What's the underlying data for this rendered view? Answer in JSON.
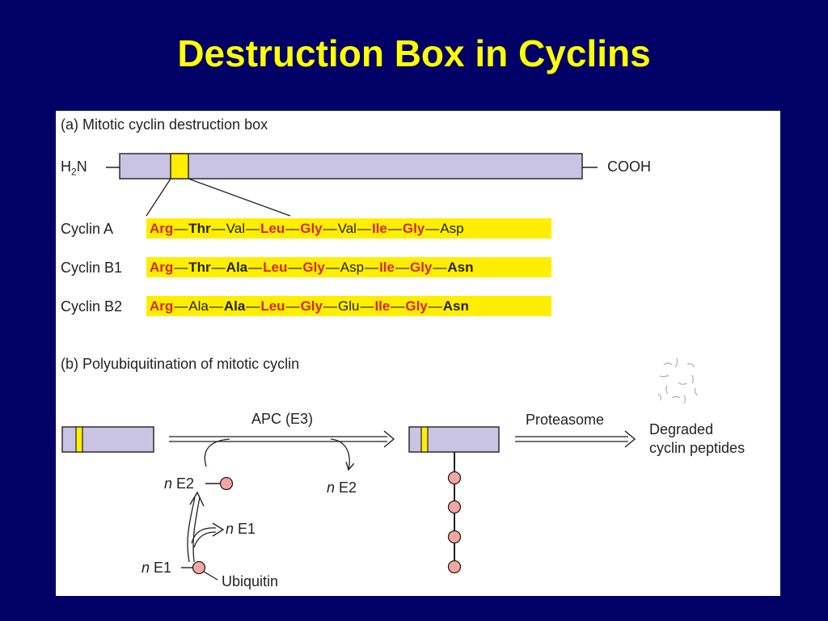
{
  "slide": {
    "title": "Destruction Box in Cyclins"
  },
  "panel_a": {
    "heading": "(a)  Mitotic cyclin destruction box",
    "n_terminus": {
      "main": "H",
      "sub": "2",
      "tail": "N"
    },
    "c_terminus": "COOH",
    "rows": [
      {
        "label": "Cyclin A",
        "residues": [
          {
            "text": "Arg",
            "style": "red"
          },
          {
            "text": "Thr",
            "style": "bold"
          },
          {
            "text": "Val",
            "style": "plain"
          },
          {
            "text": "Leu",
            "style": "red"
          },
          {
            "text": "Gly",
            "style": "red"
          },
          {
            "text": "Val",
            "style": "plain"
          },
          {
            "text": "Ile",
            "style": "red"
          },
          {
            "text": "Gly",
            "style": "red"
          },
          {
            "text": "Asp",
            "style": "plain"
          }
        ]
      },
      {
        "label": "Cyclin B1",
        "residues": [
          {
            "text": "Arg",
            "style": "red"
          },
          {
            "text": "Thr",
            "style": "bold"
          },
          {
            "text": "Ala",
            "style": "bold"
          },
          {
            "text": "Leu",
            "style": "red"
          },
          {
            "text": "Gly",
            "style": "red"
          },
          {
            "text": "Asp",
            "style": "plain"
          },
          {
            "text": "Ile",
            "style": "red"
          },
          {
            "text": "Gly",
            "style": "red"
          },
          {
            "text": "Asn",
            "style": "bold"
          }
        ]
      },
      {
        "label": "Cyclin B2",
        "residues": [
          {
            "text": "Arg",
            "style": "red"
          },
          {
            "text": "Ala",
            "style": "plain"
          },
          {
            "text": "Ala",
            "style": "bold"
          },
          {
            "text": "Leu",
            "style": "red"
          },
          {
            "text": "Gly",
            "style": "red"
          },
          {
            "text": "Glu",
            "style": "plain"
          },
          {
            "text": "Ile",
            "style": "red"
          },
          {
            "text": "Gly",
            "style": "red"
          },
          {
            "text": "Asn",
            "style": "bold"
          }
        ]
      }
    ]
  },
  "panel_b": {
    "heading": "(b)  Polyubiquitination of mitotic cyclin",
    "apc_label": "APC (E3)",
    "proteasome_label": "Proteasome",
    "degraded_line1": "Degraded",
    "degraded_line2": "cyclin peptides",
    "n_prefix": "n",
    "e2": "E2",
    "e1": "E1",
    "ubiquitin": "Ubiquitin"
  },
  "colors": {
    "background": "#000066",
    "title": "#ffff00",
    "protein_fill": "#c9c4e3",
    "destruction_box": "#ffee00",
    "conserved_residue": "#d8262b",
    "ubiquitin_fill": "#f4a6a0"
  }
}
